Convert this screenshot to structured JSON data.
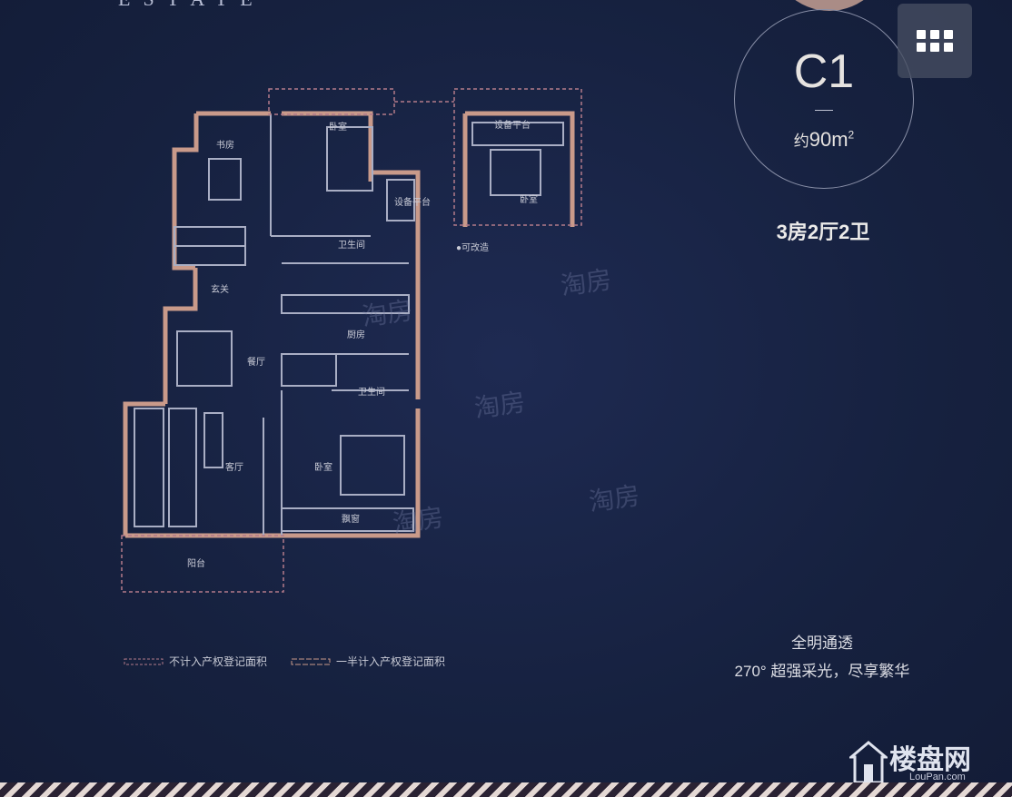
{
  "header": {
    "estate_text": "ESTATE"
  },
  "unit": {
    "code": "C1",
    "area_prefix": "约",
    "area_value": "90m",
    "area_unit_sup": "2",
    "layout": "3房2厅2卫"
  },
  "features": {
    "line1": "全明通透",
    "line2": "270° 超强采光，尽享繁华"
  },
  "legend": [
    {
      "text": "不计入产权登记面积"
    },
    {
      "text": "一半计入产权登记面积"
    }
  ],
  "rooms": {
    "study": "书房",
    "bedroom_top": "卧室",
    "equipment_platform": "设备平台",
    "bedroom_alt": "卧室",
    "equipment_platform_alt": "设备平台",
    "alt_note": "●可改造",
    "bathroom1": "卫生间",
    "entry": "玄关",
    "kitchen": "厨房",
    "dining": "餐厅",
    "bathroom2": "卫生间",
    "living": "客厅",
    "bedroom_bottom": "卧室",
    "bay_window": "飘窗",
    "balcony": "阳台"
  },
  "watermark_text": "淘房",
  "logo": {
    "main": "楼盘网",
    "sub": "LouPan.com"
  },
  "colors": {
    "background": "#16213f",
    "wall": "#c99a8a",
    "line": "#a9aec4",
    "dashed": "#b37b8a"
  },
  "icons": [
    "grid-menu-icon",
    "house-logo-icon"
  ]
}
